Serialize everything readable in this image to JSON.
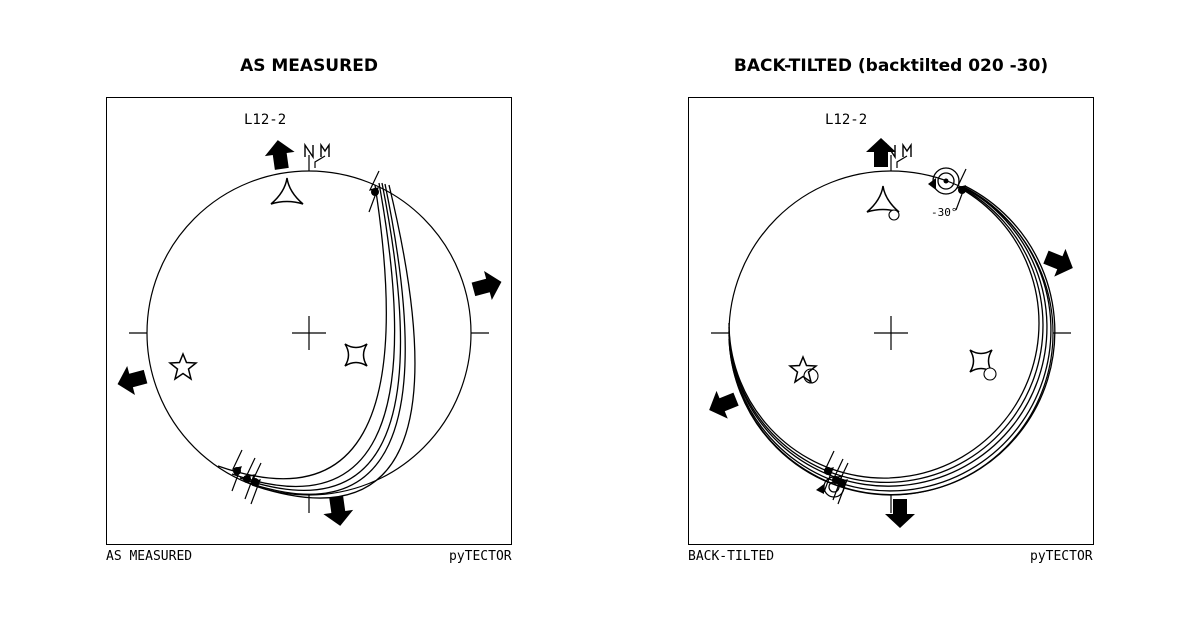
{
  "panels": [
    {
      "title": "AS MEASURED",
      "site": "L12-2",
      "footer_left": "AS MEASURED",
      "footer_right": "pyTECTOR"
    },
    {
      "title": "BACK-TILTED  (backtilted 020 -30)",
      "site": "L12-2",
      "footer_left": "BACK-TILTED",
      "footer_right": "pyTECTOR",
      "rotation_label": "-30°"
    }
  ]
}
